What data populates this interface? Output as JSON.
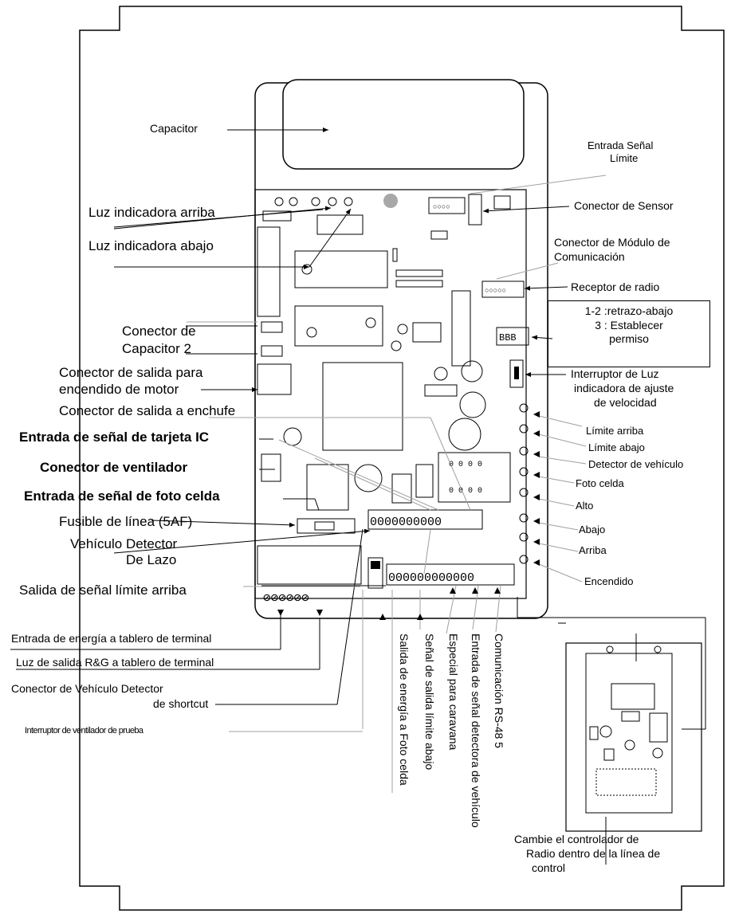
{
  "labels": {
    "capacitor": "Capacitor",
    "limit_signal_input_line1": "Entrada  Señal",
    "limit_signal_input_line2": "Límite",
    "led_up": "Luz indicadora arriba",
    "sensor_connector": "Conector de  Sensor",
    "led_down": "Luz indicadora abajo",
    "comm_module_line1": "Conector de Módulo de",
    "comm_module_line2": "Comunicación",
    "radio_receiver": "Receptor de radio",
    "capacitor2_line1": "Conector de",
    "capacitor2_line2": "Capacitor  2",
    "motor_output_line1": "Conector de salida para",
    "motor_output_line2": "encendido de motor",
    "speed_switch_line1": "Interruptor de  Luz",
    "speed_switch_line2": "indicadora de ajuste",
    "speed_switch_line3": "de velocidad",
    "plug_output": "Conector de salida a enchufe",
    "ic_card_input": "Entrada de señal de tarjeta IC",
    "fan_connector": "Conector de ventilador",
    "photocell_input": "Entrada de señal de foto celda",
    "fuse": "Fusible de línea  (5AF)",
    "loop_detector_line1": "Vehículo  Detector",
    "loop_detector_line2": "De Lazo",
    "up_limit_output": "Salida de señal límite arriba",
    "power_terminal": "Entrada de energía  a tablero de terminal",
    "rg_light_output": "Luz de salida  R&G  a tablero de terminal",
    "shortcut_line1": "Conector de Vehículo  Detector",
    "shortcut_line2": "de shortcut",
    "fan_test_switch": "Interruptor de ventilador de prueba",
    "photocell_power": "Salida de energía  a Foto  celda",
    "down_limit_output": "Señal  de  salida  límite  abajo",
    "caravan": "Especial para caravana",
    "vehicle_detector_input": "Entrada de señal detectora de vehículo",
    "rs485": "Comunicación  RS-48 5",
    "radio_controller_line1": "Cambie el controlador de",
    "radio_controller_line2": "Radio dentro de la línea de",
    "radio_controller_line3": "control"
  },
  "dip_box": {
    "line1": "1-2 :retrazo-abajo",
    "line2": "3 : Establecer",
    "line3": "permiso"
  },
  "led_labels": {
    "limit_up": "Límite arriba",
    "limit_down": "Límite abajo",
    "vehicle_detector": "Detector de vehículo",
    "photocell": "Foto celda",
    "stop": "Alto",
    "down": "Abajo",
    "up": "Arriba",
    "power": "Encendido"
  },
  "colors": {
    "line": "#000000",
    "leader_gray": "#a0a0a0",
    "background": "#ffffff",
    "led_dot": "#a8a8a8"
  }
}
